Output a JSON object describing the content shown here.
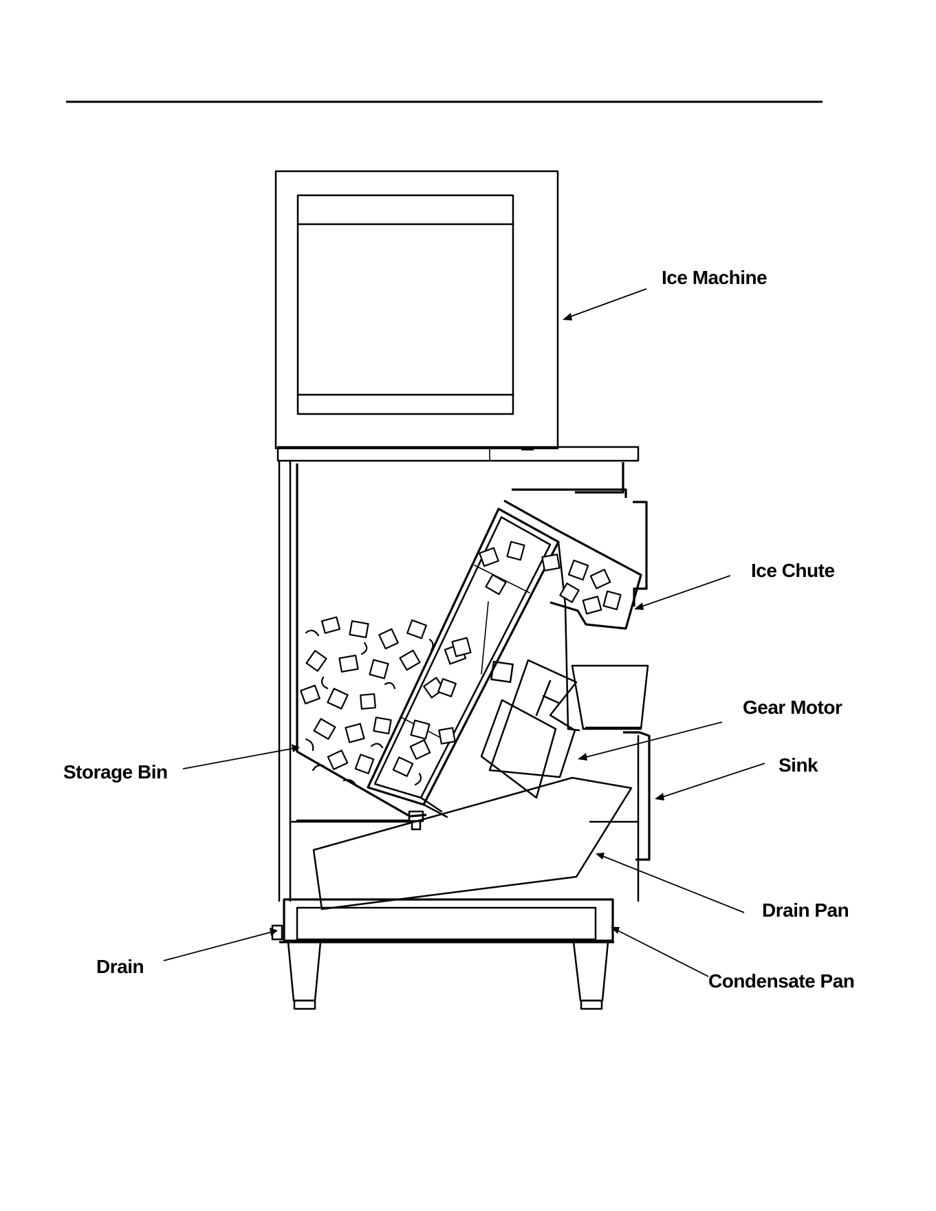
{
  "labels": {
    "ice_machine": "Ice Machine",
    "ice_chute": "Ice Chute",
    "gear_motor": "Gear Motor",
    "sink": "Sink",
    "storage_bin": "Storage Bin",
    "drain_pan": "Drain Pan",
    "drain": "Drain",
    "condensate_pan": "Condensate Pan"
  },
  "colors": {
    "ink": "#000000",
    "paper": "#ffffff"
  }
}
